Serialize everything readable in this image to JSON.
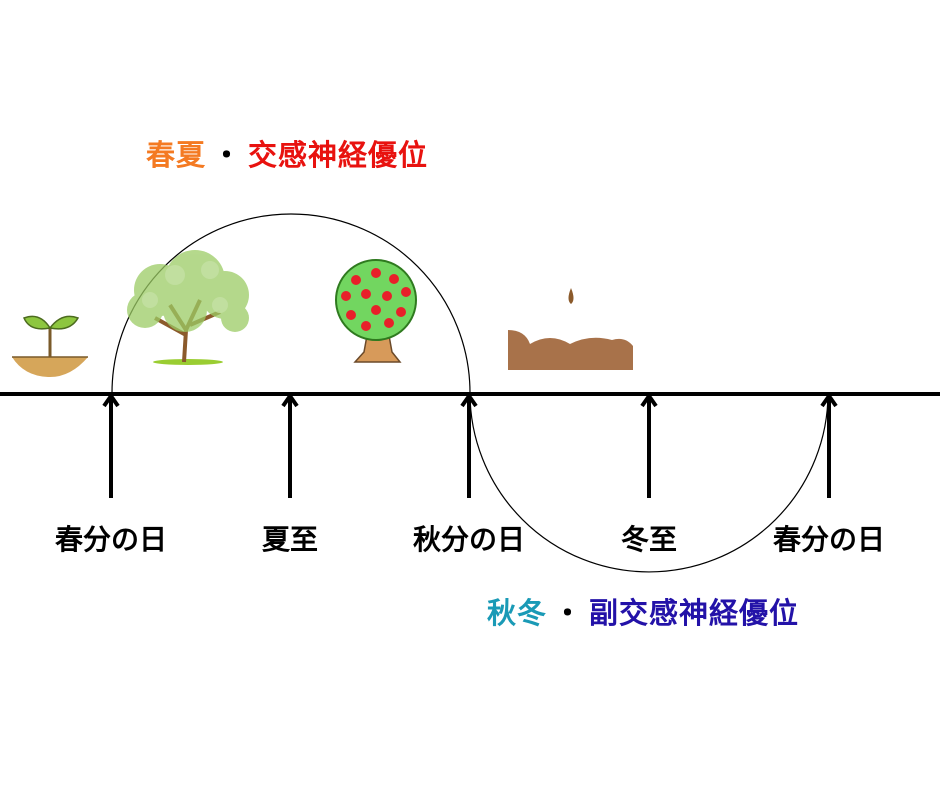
{
  "title_top": {
    "season": "春夏",
    "separator": "・",
    "nerve": "交感神経優位"
  },
  "title_bottom": {
    "season": "秋冬",
    "separator": "・",
    "nerve": "副交感神経優位"
  },
  "markers": [
    {
      "label": "春分の日"
    },
    {
      "label": "夏至"
    },
    {
      "label": "秋分の日"
    },
    {
      "label": "冬至"
    },
    {
      "label": "春分の日"
    }
  ],
  "colors": {
    "spring_summer": "#f47a22",
    "sympathetic": "#e8120f",
    "autumn_winter": "#1a9ab6",
    "parasympathetic": "#2312a8"
  }
}
